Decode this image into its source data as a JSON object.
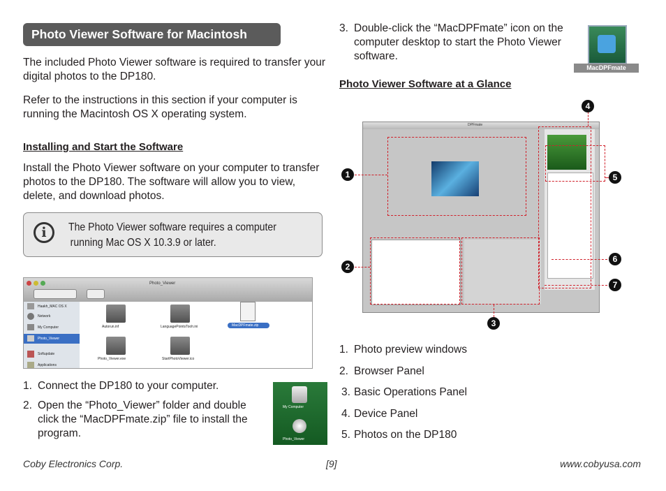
{
  "left": {
    "section_title": "Photo Viewer Software for Macintosh",
    "intro1": "The included Photo Viewer software is required to transfer your digital photos to the DP180.",
    "intro2": "Refer to the instructions in this section if your computer is running the Macintosh OS X operating system.",
    "install_heading": "Installing and Start the Software",
    "install_text": "Install the Photo Viewer software on your computer to transfer photos to the DP180. The software will allow you to view, delete, and download photos.",
    "note_line1": "The Photo Viewer software requires a computer",
    "note_line2": "running Mac OS X 10.3.9 or later.",
    "steps": [
      {
        "num": "1.",
        "text": "Connect the DP180 to your computer."
      },
      {
        "num": "2.",
        "text": "Open the “Photo_Viewer” folder and double click the “MacDPFmate.zip” file to install the program."
      }
    ],
    "finder": {
      "window_title": "Photo_Viewer",
      "sidebar": [
        "Haakh_MAC OS X",
        "Network",
        "My Computer",
        "Photo_Viewer",
        "Softupdate",
        "Applications"
      ],
      "files": [
        "Autorun.inf",
        "LanguagePointsTooh.ini",
        "MacDPFmate.zip",
        "Photo_Viewer.exe",
        "StartPhotoViewer.ico"
      ]
    },
    "desktop_icons": [
      "My Computer",
      "Photo_Viewer"
    ]
  },
  "right": {
    "step3_num": "3.",
    "step3_text": "Double-click the “MacDPFmate” icon on the computer desktop to start the Photo Viewer software.",
    "app_icon_label": "MacDPFmate",
    "glance_heading": "Photo Viewer Software at a Glance",
    "callouts": [
      "1",
      "2",
      "3",
      "4",
      "5",
      "6",
      "7"
    ],
    "viewer_title": "DPFmate",
    "legend": [
      {
        "num": "1.",
        "text": "Photo preview windows"
      },
      {
        "num": "2.",
        "text": "Browser Panel"
      },
      {
        "num": "3.",
        "text": "Basic Operations Panel"
      },
      {
        "num": "4.",
        "text": "Device Panel"
      },
      {
        "num": "5.",
        "text": "Photos on the DP180"
      }
    ]
  },
  "footer": {
    "company": "Coby Electronics Corp.",
    "page": "[9]",
    "website": "www.cobyusa.com"
  }
}
